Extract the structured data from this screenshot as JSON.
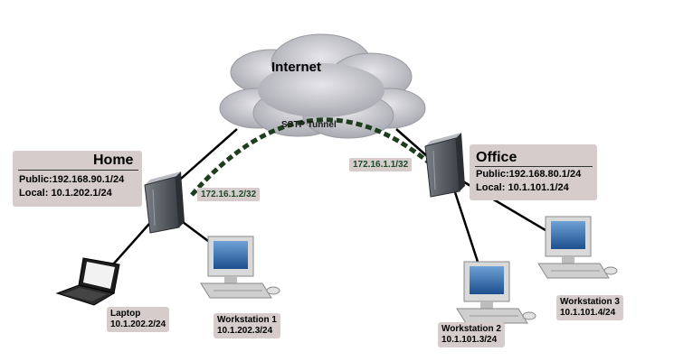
{
  "cloud": {
    "title": "Internet",
    "tunnel_label": "SSTP Tunnel"
  },
  "home": {
    "title": "Home",
    "public": "Public:192.168.90.1/24",
    "local": "Local: 10.1.202.1/24",
    "tunnel_ip": "172.16.1.2/32"
  },
  "office": {
    "title": "Office",
    "public": "Public:192.168.80.1/24",
    "local": "Local:  10.1.101.1/24",
    "tunnel_ip": "172.16.1.1/32"
  },
  "devices": {
    "laptop": {
      "name": "Laptop",
      "ip": "10.1.202.2/24"
    },
    "ws1": {
      "name": "Workstation 1",
      "ip": "10.1.202.3/24"
    },
    "ws2": {
      "name": "Workstation 2",
      "ip": "10.1.101.3/24"
    },
    "ws3": {
      "name": "Workstation 3",
      "ip": "10.1.101.4/24"
    }
  },
  "colors": {
    "tunnel": "#1e3d1e",
    "label_bg": "#d6cccc",
    "cloud": "#c9c9cf"
  }
}
